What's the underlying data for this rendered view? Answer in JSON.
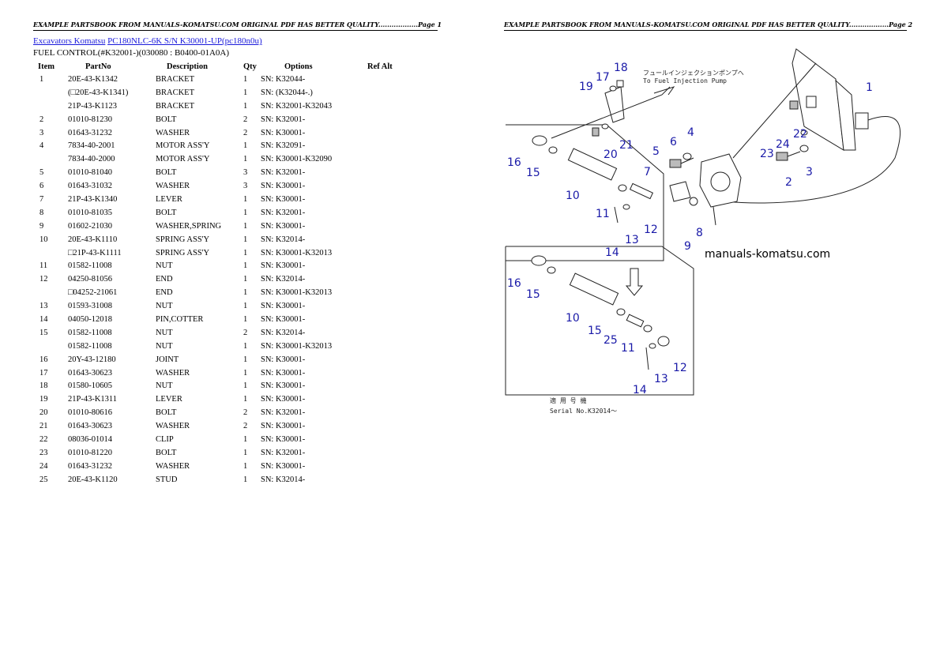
{
  "headers": {
    "page1": "EXAMPLE PARTSBOOK FROM MANUALS-KOMATSU.COM ORIGINAL PDF HAS BETTER QUALITY..................Page 1",
    "page2": "EXAMPLE PARTSBOOK FROM MANUALS-KOMATSU.COM ORIGINAL PDF HAS BETTER QUALITY..................Page 2"
  },
  "breadcrumb": {
    "link1": "Excavators Komatsu",
    "link2": "PC180NLC-6K S/N K30001-UP(pc180n0u)"
  },
  "subtitle": "FUEL CONTROL(#K32001-)(030080 : B0400-01A0A)",
  "table": {
    "headers": {
      "item": "Item",
      "part": "PartNo",
      "desc": "Description",
      "qty": "Qty",
      "opt": "Options",
      "ref": "Ref Alt"
    },
    "rows": [
      {
        "item": "1",
        "part": "20E-43-K1342",
        "desc": "BRACKET",
        "qty": "1",
        "opt": "SN: K32044-"
      },
      {
        "item": "",
        "part": "(□20E-43-K1341)",
        "desc": "BRACKET",
        "qty": "1",
        "opt": "SN: (K32044-.)"
      },
      {
        "item": "",
        "part": "21P-43-K1123",
        "desc": "BRACKET",
        "qty": "1",
        "opt": "SN: K32001-K32043"
      },
      {
        "item": "2",
        "part": "01010-81230",
        "desc": "BOLT",
        "qty": "2",
        "opt": "SN: K32001-"
      },
      {
        "item": "3",
        "part": "01643-31232",
        "desc": "WASHER",
        "qty": "2",
        "opt": "SN: K30001-"
      },
      {
        "item": "4",
        "part": "7834-40-2001",
        "desc": "MOTOR ASS'Y",
        "qty": "1",
        "opt": "SN: K32091-"
      },
      {
        "item": "",
        "part": "7834-40-2000",
        "desc": "MOTOR ASS'Y",
        "qty": "1",
        "opt": "SN: K30001-K32090"
      },
      {
        "item": "5",
        "part": "01010-81040",
        "desc": "BOLT",
        "qty": "3",
        "opt": "SN: K32001-"
      },
      {
        "item": "6",
        "part": "01643-31032",
        "desc": "WASHER",
        "qty": "3",
        "opt": "SN: K30001-"
      },
      {
        "item": "7",
        "part": "21P-43-K1340",
        "desc": "LEVER",
        "qty": "1",
        "opt": "SN: K30001-"
      },
      {
        "item": "8",
        "part": "01010-81035",
        "desc": "BOLT",
        "qty": "1",
        "opt": "SN: K32001-"
      },
      {
        "item": "9",
        "part": "01602-21030",
        "desc": "WASHER,SPRING",
        "qty": "1",
        "opt": "SN: K30001-"
      },
      {
        "item": "10",
        "part": "20E-43-K1110",
        "desc": "SPRING ASS'Y",
        "qty": "1",
        "opt": "SN: K32014-"
      },
      {
        "item": "",
        "part": "□21P-43-K1111",
        "desc": "SPRING ASS'Y",
        "qty": "1",
        "opt": "SN: K30001-K32013"
      },
      {
        "item": "11",
        "part": "01582-11008",
        "desc": "NUT",
        "qty": "1",
        "opt": "SN: K30001-"
      },
      {
        "item": "12",
        "part": "04250-81056",
        "desc": "END",
        "qty": "1",
        "opt": "SN: K32014-"
      },
      {
        "item": "",
        "part": "□04252-21061",
        "desc": "END",
        "qty": "1",
        "opt": "SN: K30001-K32013"
      },
      {
        "item": "13",
        "part": "01593-31008",
        "desc": "NUT",
        "qty": "1",
        "opt": "SN: K30001-"
      },
      {
        "item": "14",
        "part": "04050-12018",
        "desc": "PIN,COTTER",
        "qty": "1",
        "opt": "SN: K30001-"
      },
      {
        "item": "15",
        "part": "01582-11008",
        "desc": "NUT",
        "qty": "2",
        "opt": "SN: K32014-"
      },
      {
        "item": "",
        "part": "01582-11008",
        "desc": "NUT",
        "qty": "1",
        "opt": "SN: K30001-K32013"
      },
      {
        "item": "16",
        "part": "20Y-43-12180",
        "desc": "JOINT",
        "qty": "1",
        "opt": "SN: K30001-"
      },
      {
        "item": "17",
        "part": "01643-30623",
        "desc": "WASHER",
        "qty": "1",
        "opt": "SN: K30001-"
      },
      {
        "item": "18",
        "part": "01580-10605",
        "desc": "NUT",
        "qty": "1",
        "opt": "SN: K30001-"
      },
      {
        "item": "19",
        "part": "21P-43-K1311",
        "desc": "LEVER",
        "qty": "1",
        "opt": "SN: K30001-"
      },
      {
        "item": "20",
        "part": "01010-80616",
        "desc": "BOLT",
        "qty": "2",
        "opt": "SN: K32001-"
      },
      {
        "item": "21",
        "part": "01643-30623",
        "desc": "WASHER",
        "qty": "2",
        "opt": "SN: K30001-"
      },
      {
        "item": "22",
        "part": "08036-01014",
        "desc": "CLIP",
        "qty": "1",
        "opt": "SN: K30001-"
      },
      {
        "item": "23",
        "part": "01010-81220",
        "desc": "BOLT",
        "qty": "1",
        "opt": "SN: K32001-"
      },
      {
        "item": "24",
        "part": "01643-31232",
        "desc": "WASHER",
        "qty": "1",
        "opt": "SN: K30001-"
      },
      {
        "item": "25",
        "part": "20E-43-K1120",
        "desc": "STUD",
        "qty": "1",
        "opt": "SN: K32014-"
      }
    ]
  },
  "diagram": {
    "watermark": "manuals-komatsu.com",
    "jp_note_line1": "フュールインジェクションポンプへ",
    "jp_note_line2": "To Fuel Injection Pump",
    "serial_line1": "適 用 号 機",
    "serial_line2": "Serial No.K32014～",
    "callouts": [
      "1",
      "2",
      "3",
      "4",
      "5",
      "6",
      "7",
      "8",
      "9",
      "10",
      "11",
      "12",
      "13",
      "14",
      "15",
      "16",
      "17",
      "18",
      "19",
      "20",
      "21",
      "22",
      "23",
      "24",
      "10",
      "11",
      "12",
      "13",
      "14",
      "15",
      "16",
      "15",
      "25"
    ],
    "callout_color": "#1a1aa8"
  }
}
